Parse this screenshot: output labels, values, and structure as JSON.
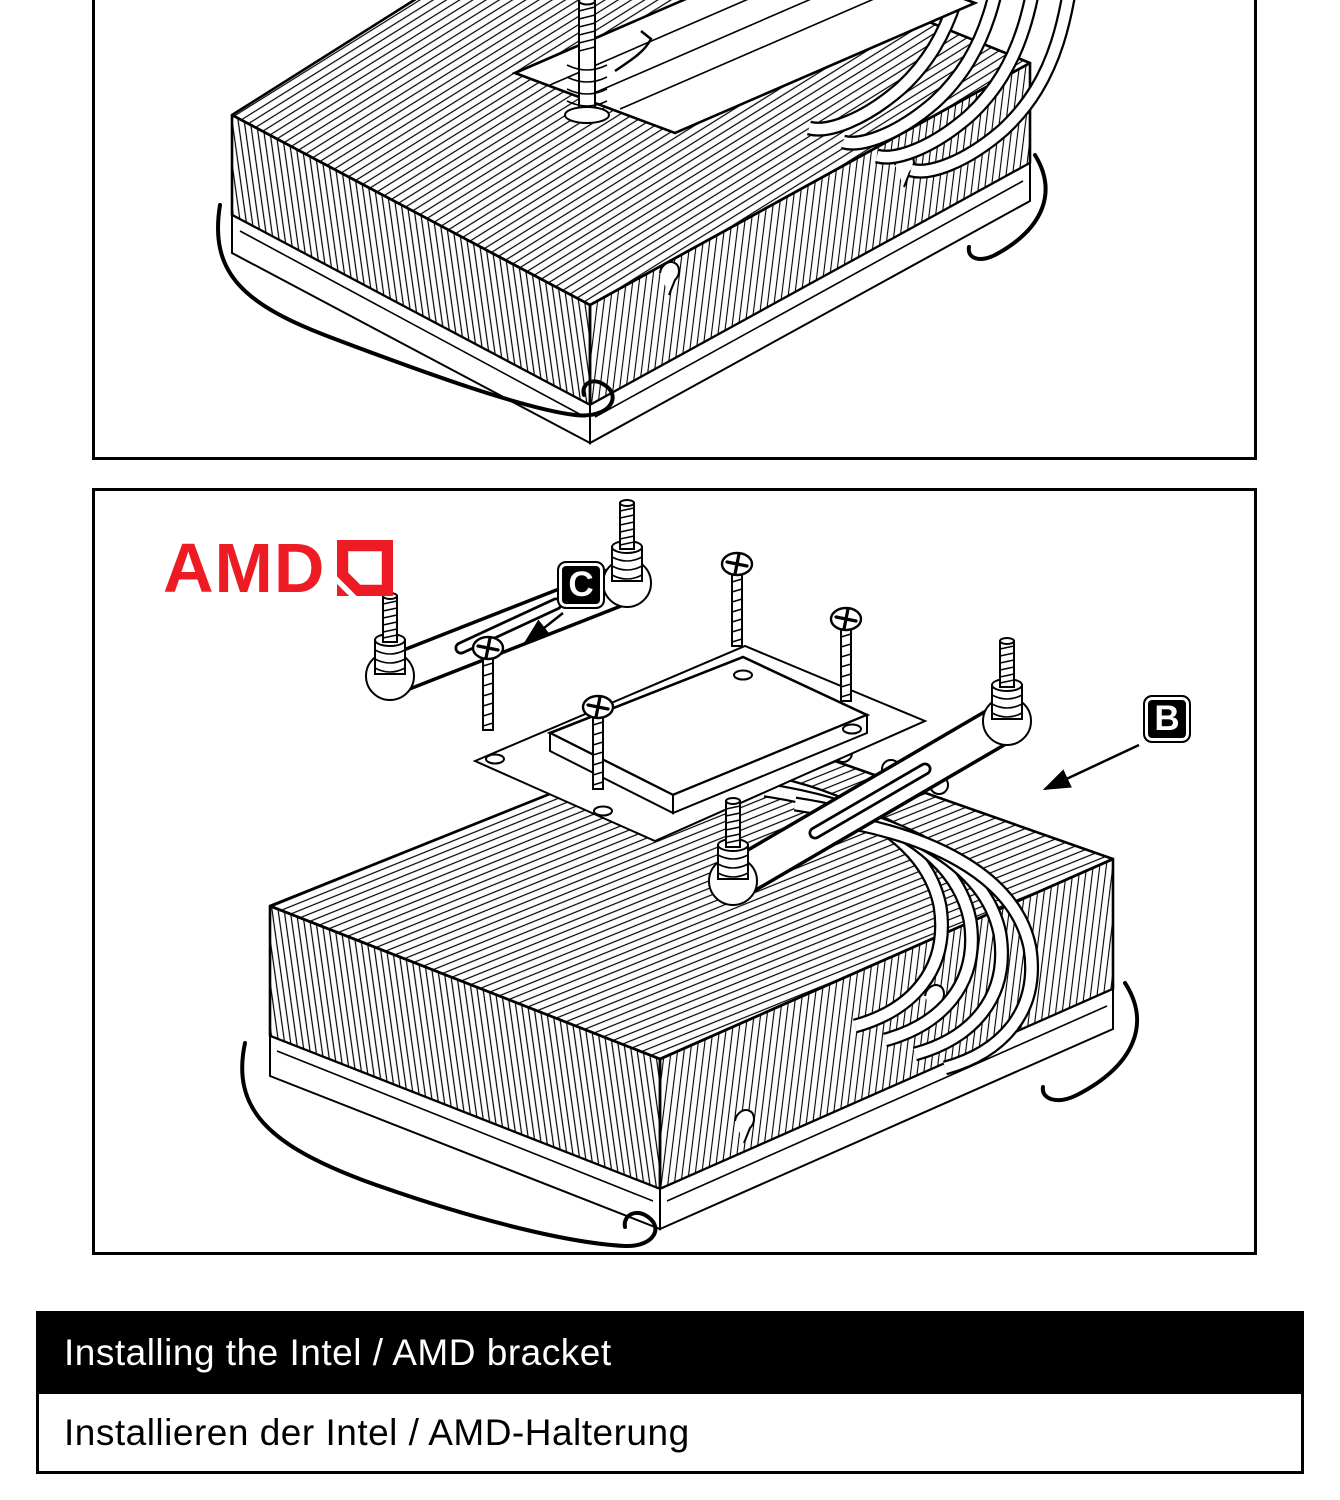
{
  "figure_panels": {
    "intel": {
      "figure_icon": "intel-cpu-cooler-heatsink-drawing"
    },
    "amd": {
      "logo_text": "AMD",
      "logo_icon": "amd-arrow-mark-icon",
      "labels": {
        "c": "C",
        "b": "B"
      },
      "figure_icon": "amd-cpu-cooler-heatsink-drawing"
    }
  },
  "caption": {
    "en": "Installing the Intel / AMD bracket",
    "de": "Installieren der Intel / AMD-Halterung"
  },
  "colors": {
    "amd_red": "#ED1C24",
    "line_art": "#000000",
    "caption_bar_bg": "#000000",
    "caption_bar_text": "#FFFFFF",
    "page_bg": "#FFFFFF"
  }
}
